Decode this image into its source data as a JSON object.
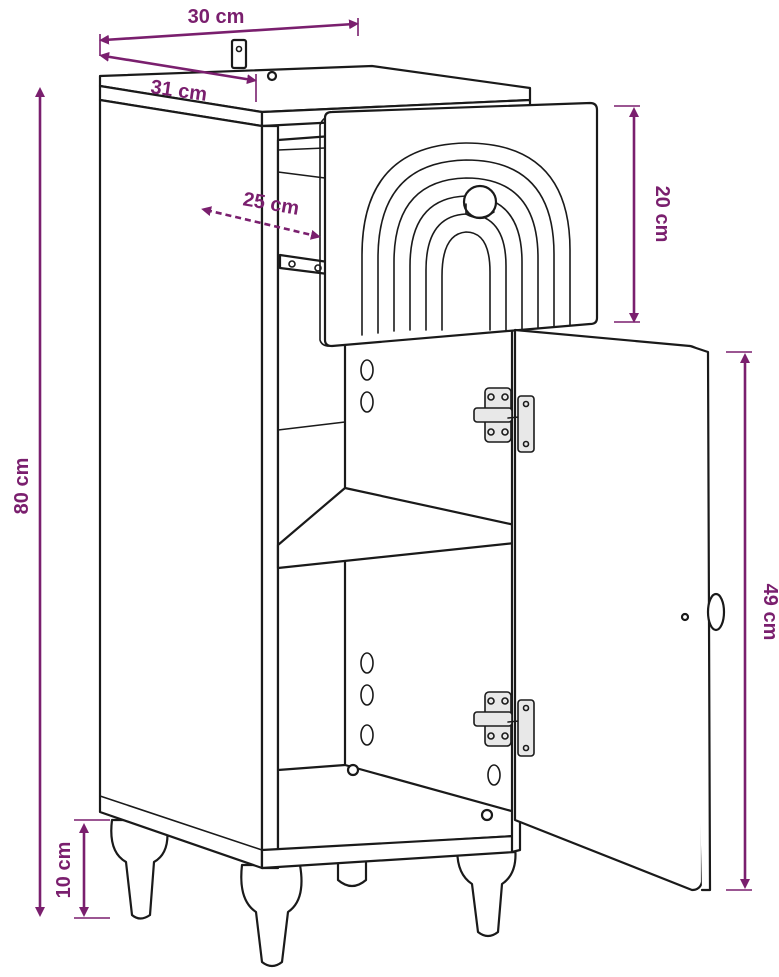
{
  "dimensions": {
    "width_top": "30 cm",
    "depth_top": "31 cm",
    "drawer_depth": "25 cm",
    "drawer_height": "20 cm",
    "total_height": "80 cm",
    "door_height": "49 cm",
    "leg_height": "10 cm"
  },
  "colors": {
    "dimension_color": "#7a1f6e",
    "line_color": "#1a1a1a"
  }
}
